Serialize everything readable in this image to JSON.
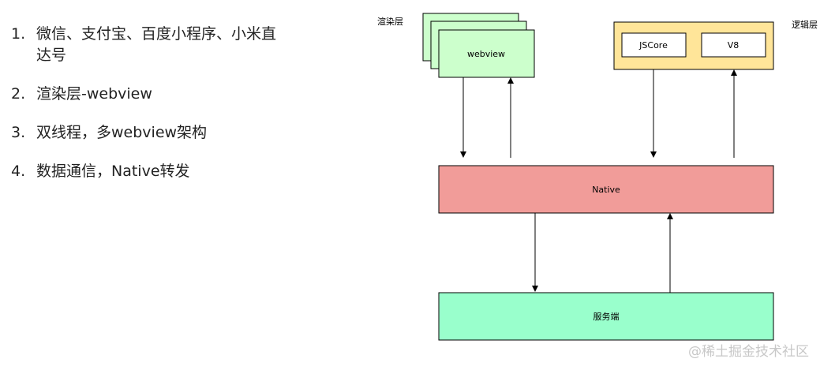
{
  "list": [
    {
      "num": "1.",
      "text": "微信、支付宝、百度小程序、小米直达号"
    },
    {
      "num": "2.",
      "text": "渲染层-webview"
    },
    {
      "num": "3.",
      "text": "双线程，多webview架构"
    },
    {
      "num": "4.",
      "text": "数据通信，Native转发"
    }
  ],
  "diagram": {
    "render_layer_label": "渲染层",
    "logic_layer_label": "逻辑层",
    "webview_label": "webview",
    "jscore_label": "JSCore",
    "v8_label": "V8",
    "native_label": "Native",
    "server_label": "服务端",
    "colors": {
      "webview_fill": "#ccffcc",
      "logic_fill": "#ffe599",
      "native_fill": "#f19c99",
      "server_fill": "#99ffcc"
    }
  },
  "watermark": "@稀土掘金技术社区"
}
